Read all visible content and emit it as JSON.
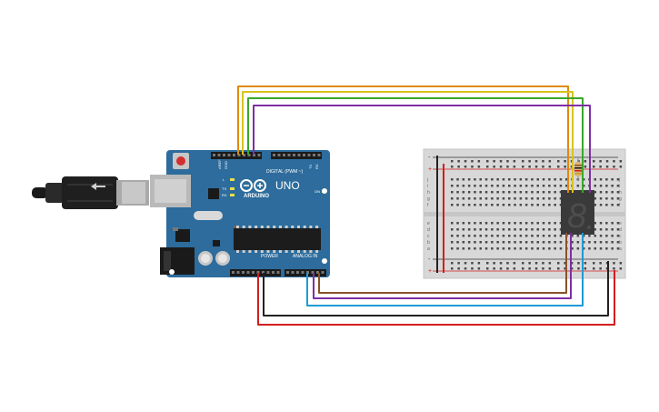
{
  "arduino": {
    "brand": "ARDUINO",
    "model": "UNO",
    "digital_label": "DIGITAL (PWM ~)",
    "power_label": "POWER",
    "analog_label": "ANALOG IN",
    "on_label": "ON",
    "tx_label": "TX",
    "rx_label": "RX",
    "l_label": "L"
  },
  "breadboard": {
    "row_letters_top": [
      "j",
      "i",
      "h",
      "g",
      "f"
    ],
    "row_letters_bottom": [
      "e",
      "d",
      "c",
      "b",
      "a"
    ],
    "plus": "+",
    "minus": "-"
  },
  "display": {
    "digit": "8"
  },
  "colors": {
    "board": "#2d6c9c",
    "wire_orange": "#e08a0c",
    "wire_yellow": "#d9c21b",
    "wire_green": "#3aa829",
    "wire_purple": "#7d2fa6",
    "wire_brown": "#8a5226",
    "wire_blue": "#1d9ad6",
    "wire_black": "#222222",
    "wire_red": "#d31d1d"
  }
}
